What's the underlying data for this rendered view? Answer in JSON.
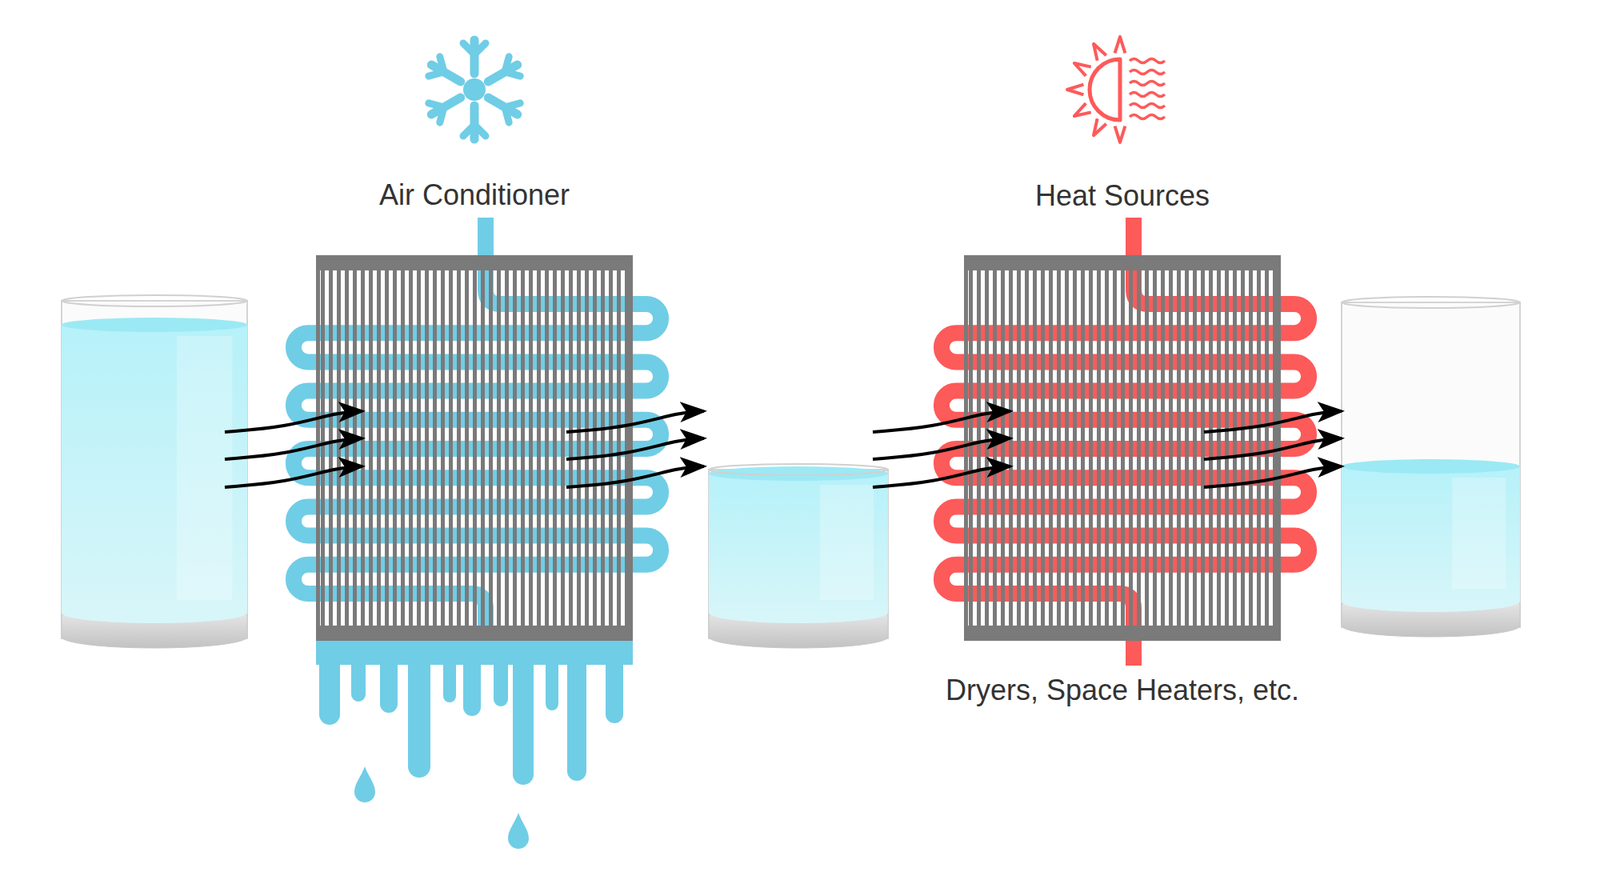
{
  "diagram": {
    "nodes": [
      {
        "text": [
          "Air Conditioner"
        ]
      },
      {
        "text": [
          "Heat Sources",
          "Dryers, Space Heaters, etc."
        ]
      }
    ]
  }
}
